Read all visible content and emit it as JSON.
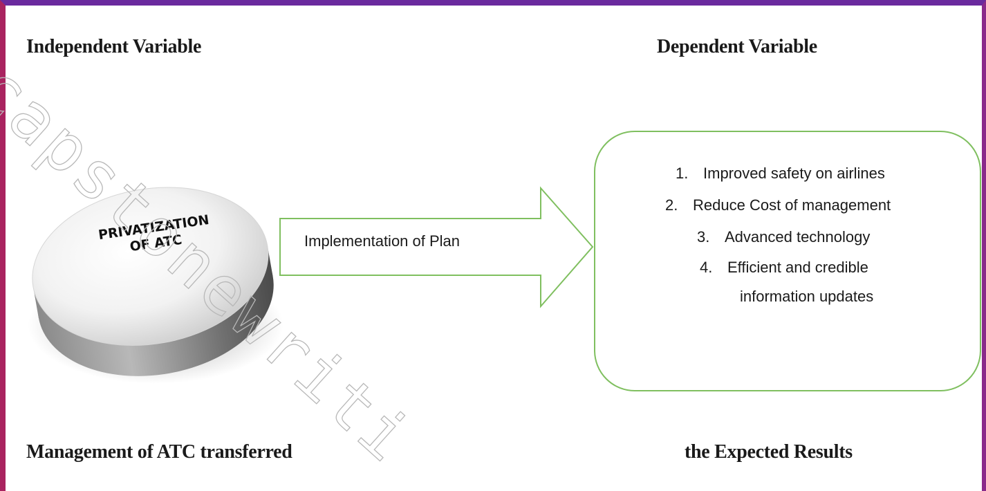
{
  "headings": {
    "independent_variable": "Independent Variable",
    "dependent_variable": "Dependent Variable",
    "independent_caption": "Management of ATC transferred",
    "dependent_caption": "the Expected Results"
  },
  "button": {
    "line1": "PRIVATIZATION",
    "line2": "OF ATC"
  },
  "arrow": {
    "label": "Implementation of Plan"
  },
  "results": [
    {
      "num": "1.",
      "text": "Improved safety on airlines"
    },
    {
      "num": "2.",
      "text": "Reduce Cost of management"
    },
    {
      "num": "3.",
      "text": "Advanced technology"
    },
    {
      "num": "4.",
      "text": "Efficient and credible",
      "text2": "information updates"
    }
  ],
  "watermark": "capstonewriti",
  "colors": {
    "box_stroke": "#7fbf5f",
    "frame_top": "#6a2a9e",
    "frame_left": "#a9235f"
  }
}
